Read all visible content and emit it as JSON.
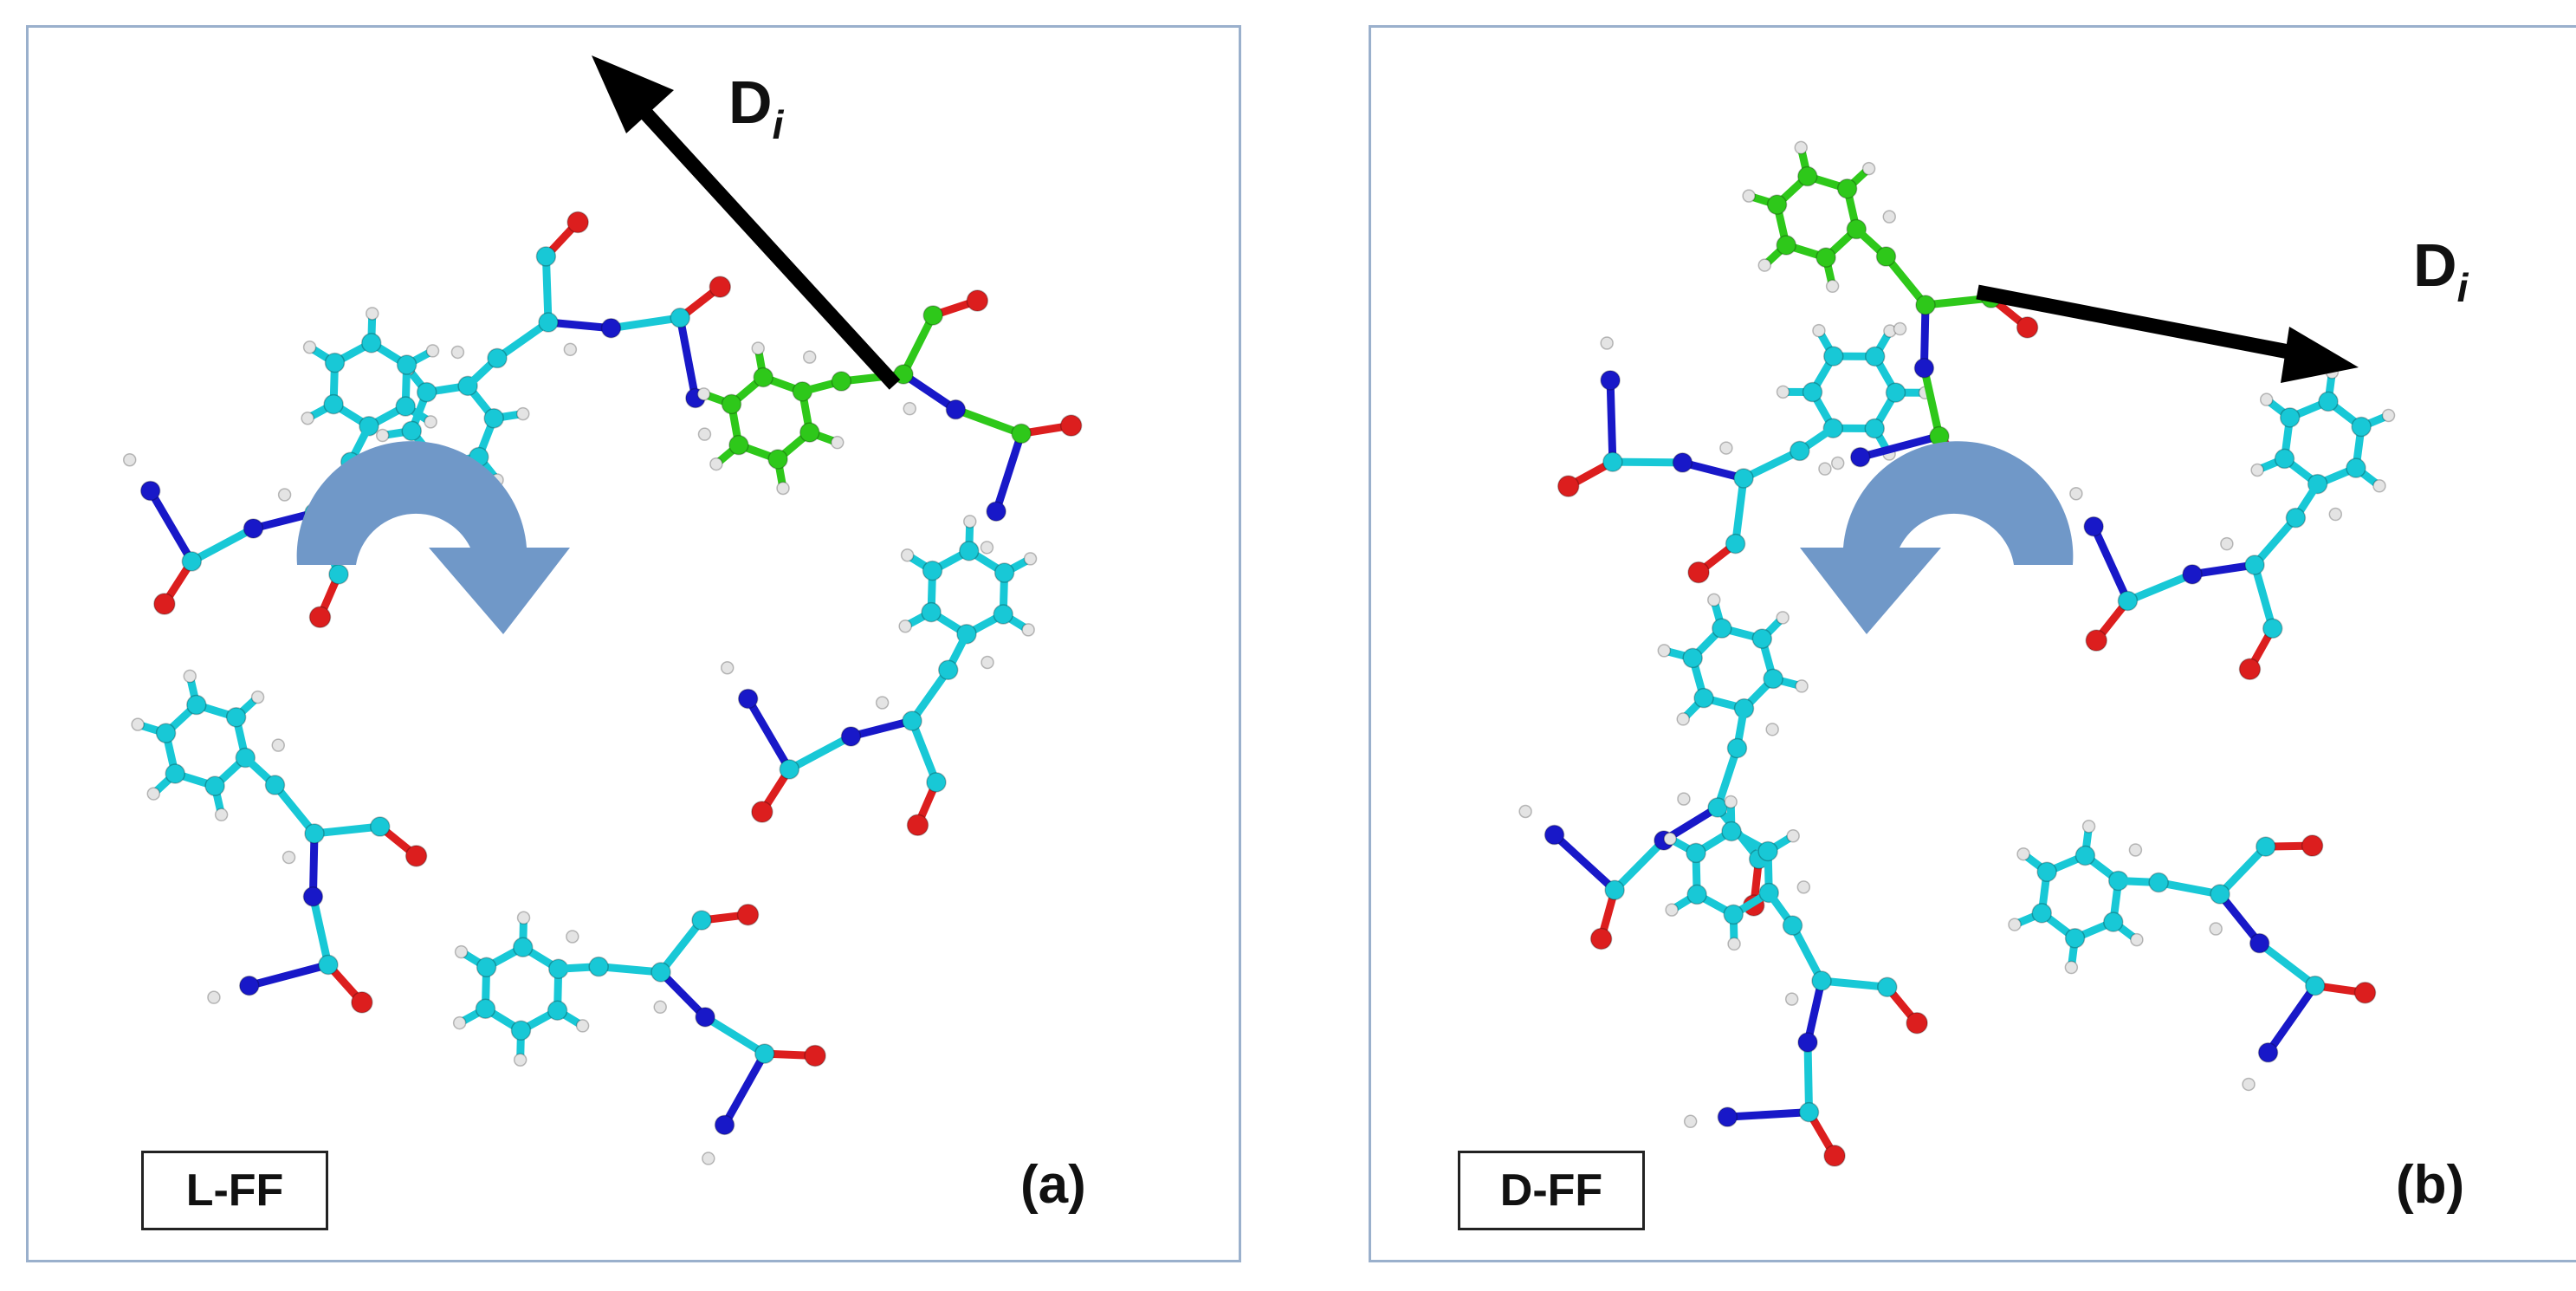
{
  "panels": [
    {
      "id": "a",
      "label": "L-FF",
      "letter": "(a)",
      "vector_symbol": "D",
      "vector_subscript": "i",
      "rotation": "clockwise"
    },
    {
      "id": "b",
      "label": "D-FF",
      "letter": "(b)",
      "vector_symbol": "D",
      "vector_subscript": "i",
      "rotation": "counterclockwise"
    }
  ],
  "colors": {
    "carbon": "#18c8d6",
    "highlight_carbon": "#2ec81a",
    "hydrogen": "#e4e4e4",
    "nitrogen": "#1818c8",
    "oxygen": "#dc1e1e",
    "rotation_arrow": "#7098c8",
    "panel_border": "#9ab0cc"
  }
}
